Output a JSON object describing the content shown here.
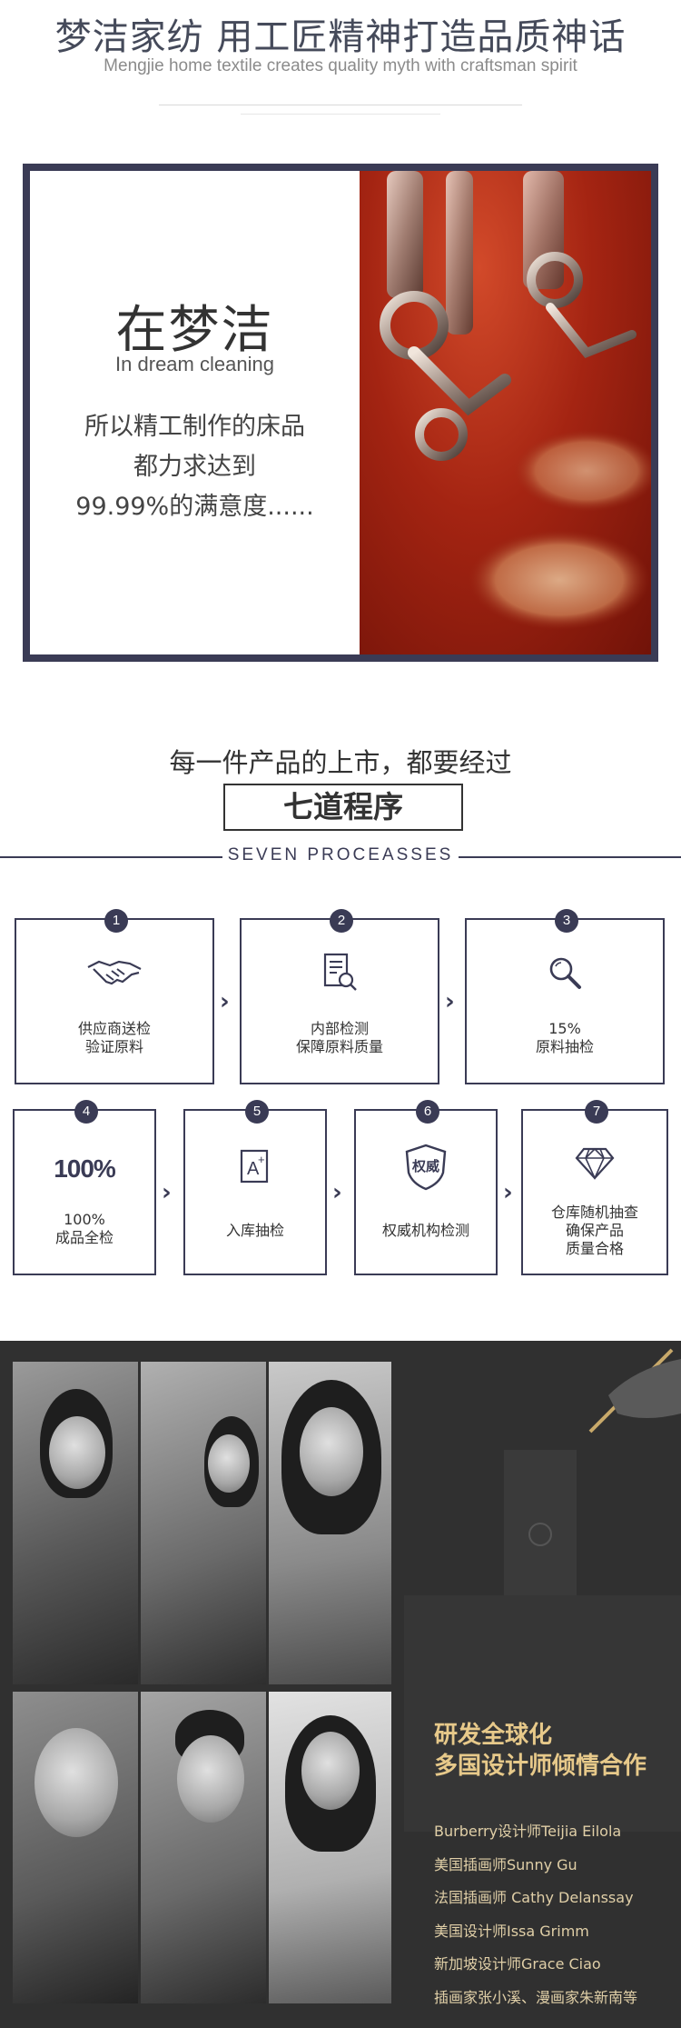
{
  "header": {
    "title": "梦洁家纺 用工匠精神打造品质神话",
    "subtitle": "Mengjie home textile creates quality myth with craftsman spirit"
  },
  "intro": {
    "heading": "在梦洁",
    "heading_en": "In dream cleaning",
    "lines": [
      "所以精工制作的床品",
      "都力求达到",
      "99.99%的满意度......"
    ]
  },
  "processes": {
    "lead": "每一件产品的上市，都要经过",
    "title": "七道程序",
    "title_en": "SEVEN PROCEASSES",
    "accent_color": "#3a3b55",
    "steps": [
      {
        "num": "1",
        "icon": "handshake-icon",
        "lines": [
          "供应商送检",
          "验证原料"
        ]
      },
      {
        "num": "2",
        "icon": "document-search-icon",
        "lines": [
          "内部检测",
          "保障原料质量"
        ]
      },
      {
        "num": "3",
        "icon": "magnifier-icon",
        "lines": [
          "15%",
          "原料抽检"
        ]
      },
      {
        "num": "4",
        "icon_text": "100%",
        "lines": [
          "100%",
          "成品全检"
        ]
      },
      {
        "num": "5",
        "icon": "a-plus-document-icon",
        "lines": [
          "入库抽检"
        ]
      },
      {
        "num": "6",
        "icon_text": "权威",
        "lines": [
          "权威机构检测"
        ]
      },
      {
        "num": "7",
        "icon": "diamond-icon",
        "lines": [
          "仓库随机抽查",
          "确保产品",
          "质量合格"
        ]
      }
    ]
  },
  "designers": {
    "title_lines": [
      "研发全球化",
      "多国设计师倾情合作"
    ],
    "list": [
      "Burberry设计师Teijia Eilola",
      "美国插画师Sunny Gu",
      "法国插画师 Cathy Delanssay",
      "美国设计师Issa Grimm",
      "新加坡设计师Grace Ciao",
      "插画家张小溪、漫画家朱新南等"
    ]
  }
}
